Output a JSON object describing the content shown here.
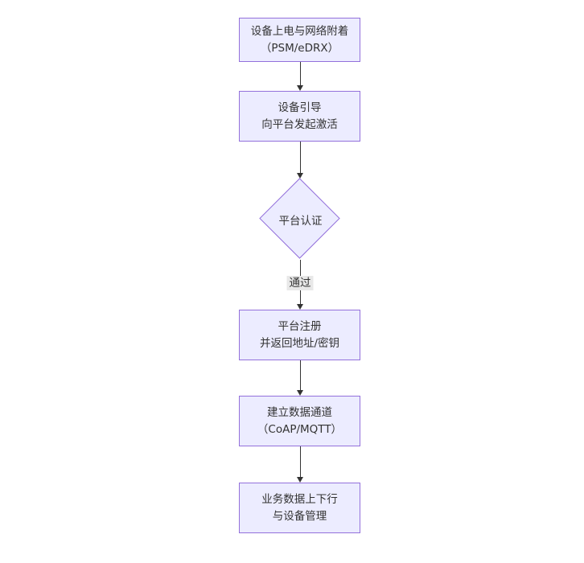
{
  "diagram": {
    "type": "flowchart",
    "direction": "top-down",
    "nodes": [
      {
        "shape": "rect",
        "lines": [
          "设备上电与网络附着",
          "（PSM/eDRX）"
        ]
      },
      {
        "shape": "rect",
        "lines": [
          "设备引导",
          "向平台发起激活"
        ]
      },
      {
        "shape": "diamond",
        "lines": [
          "平台认证"
        ]
      },
      {
        "shape": "rect",
        "lines": [
          "平台注册",
          "并返回地址/密钥"
        ]
      },
      {
        "shape": "rect",
        "lines": [
          "建立数据通道",
          "（CoAP/MQTT）"
        ]
      },
      {
        "shape": "rect",
        "lines": [
          "业务数据上下行",
          "与设备管理"
        ]
      }
    ],
    "edges": [
      {
        "from": 0,
        "to": 1,
        "label": ""
      },
      {
        "from": 1,
        "to": 2,
        "label": ""
      },
      {
        "from": 2,
        "to": 3,
        "label": "通过"
      },
      {
        "from": 3,
        "to": 4,
        "label": ""
      },
      {
        "from": 4,
        "to": 5,
        "label": ""
      }
    ],
    "colors": {
      "node_fill": "#ECECFF",
      "node_border": "#9370DB",
      "arrow": "#333333",
      "text": "#333333",
      "edge_label_bg": "#e8e8e8"
    }
  }
}
